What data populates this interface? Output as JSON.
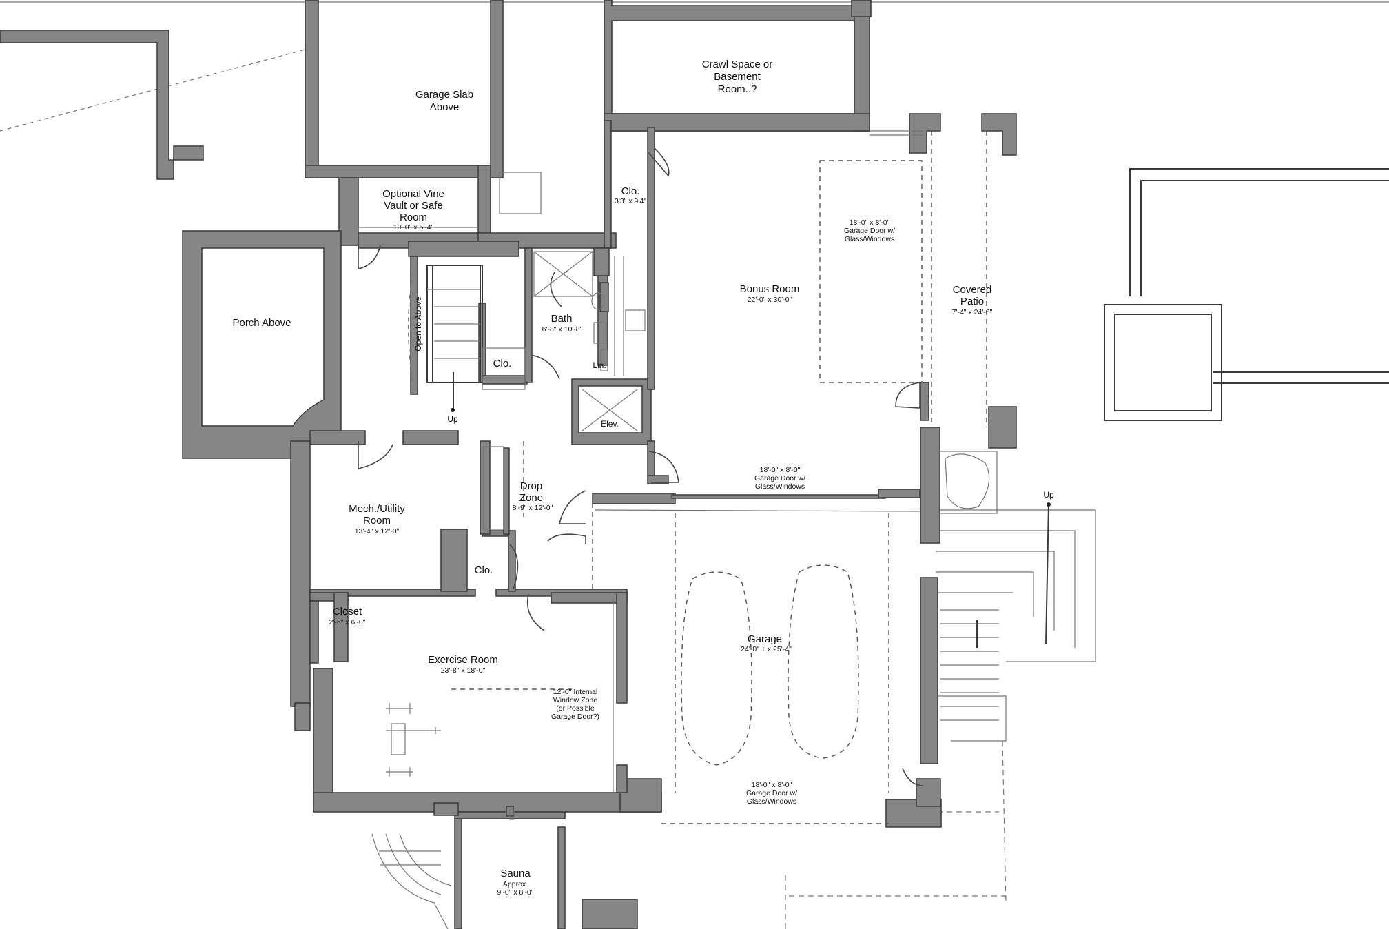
{
  "rooms": {
    "garage_slab": {
      "line1": "Garage Slab",
      "line2": "Above"
    },
    "crawl_space": {
      "line1": "Crawl Space or",
      "line2": "Basement",
      "line3": "Room..?"
    },
    "vine_vault": {
      "line1": "Optional Vine",
      "line2": "Vault or Safe",
      "line3": "Room",
      "dims": "10'-0\" x 5'-4\""
    },
    "closet_top": {
      "name": "Clo.",
      "dims": "3'3\" x 9'4\""
    },
    "porch": {
      "name": "Porch Above"
    },
    "open_to_above": {
      "name": "Open to Above"
    },
    "stair_up_left": {
      "name": "Up"
    },
    "stair_closet": {
      "name": "Clo."
    },
    "bath": {
      "name": "Bath",
      "dims": "6'-8\" x 10'-8\""
    },
    "linen": {
      "name": "Lin."
    },
    "elevator": {
      "name": "Elev."
    },
    "bonus_room": {
      "name": "Bonus Room",
      "dims": "22'-0\" x 30'-0\""
    },
    "bonus_garage_door": {
      "line1": "18'-0\" x 8'-0\"",
      "line2": "Garage Door w/",
      "line3": "Glass/Windows"
    },
    "covered_patio": {
      "line1": "Covered",
      "line2": "Patio",
      "dims": "7'-4\" x 24'-6\""
    },
    "garage_door_mid": {
      "line1": "18'-0\" x 8'-0\"",
      "line2": "Garage Door w/",
      "line3": "Glass/Windows"
    },
    "drop_zone": {
      "line1": "Drop",
      "line2": "Zone",
      "dims": "8'-9\" x 12'-0\""
    },
    "mech_room": {
      "line1": "Mech./Utility",
      "line2": "Room",
      "dims": "13'-4\" x 12'-0\""
    },
    "drop_closet": {
      "name": "Clo."
    },
    "closet_exercise": {
      "name": "Closet",
      "dims": "2'-6\" x 6'-0\""
    },
    "exercise_room": {
      "name": "Exercise Room",
      "dims": "23'-8\" x 18'-0\""
    },
    "window_zone": {
      "line1": "12'-0\" Internal",
      "line2": "Window Zone",
      "line3": "(or Possible",
      "line4": "Garage Door?)"
    },
    "garage": {
      "name": "Garage",
      "dims": "24'-0\" + x 25'-4\""
    },
    "garage_door_bottom": {
      "line1": "18'-0\" x 8'-0\"",
      "line2": "Garage Door w/",
      "line3": "Glass/Windows"
    },
    "stair_up_right": {
      "name": "Up"
    },
    "sauna": {
      "name": "Sauna",
      "line2": "Approx.",
      "dims": "9'-0\" x 8'-0\""
    }
  },
  "colors": {
    "wall": "#868686",
    "line": "#3a3a3a",
    "background": "#ffffff"
  }
}
